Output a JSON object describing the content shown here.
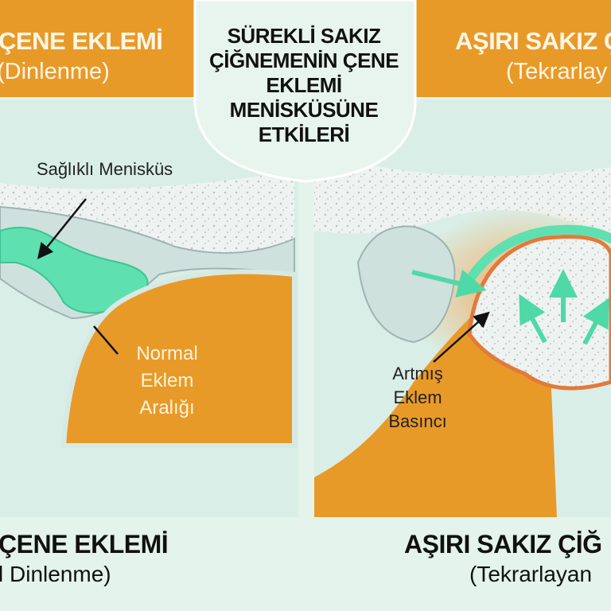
{
  "title": "SÜREKLİ SAKIZ ÇİĞNEMENİN ÇENE EKLEMİ MENİSKÜSÜNE ETKİLERİ",
  "left_panel": {
    "header_title": "ÇENE EKLEMİ",
    "header_subtitle": "(Dinlenme)",
    "label_meniscus": "Sağlıklı Menisküs",
    "label_space": "Normal Eklem Aralığı",
    "footer_title": "ÇENE EKLEMİ",
    "footer_subtitle": "l Dinlenme)"
  },
  "right_panel": {
    "header_title": "AŞIRI SAKIZ Ç",
    "header_subtitle": "(Tekrarlay",
    "label_pressure": "Artmış Eklem Basıncı",
    "footer_title": "AŞIRI SAKIZ ÇİĞ",
    "footer_subtitle": "(Tekrarlayan"
  },
  "colors": {
    "orange": "#e89a28",
    "mint": "#e4f3ec",
    "meniscus": "#5fe0b0",
    "arrow": "#4fd8a8"
  }
}
